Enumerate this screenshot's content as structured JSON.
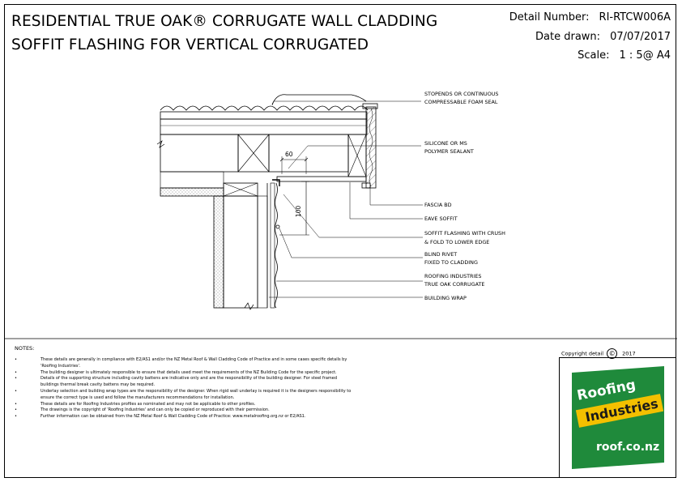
{
  "title": {
    "line1": "RESIDENTIAL TRUE OAK® CORRUGATE WALL CLADDING",
    "line2": "SOFFIT FLASHING FOR VERTICAL CORRUGATED"
  },
  "meta": {
    "detail_number_label": "Detail Number:",
    "detail_number": "RI-RTCW006A",
    "date_label": "Date drawn:",
    "date": "07/07/2017",
    "scale_label": "Scale:",
    "scale": "1 : 5@ A4"
  },
  "dimensions": {
    "d1": "60",
    "d2": "100"
  },
  "labels": {
    "stopends_1": "STOPENDS OR CONTINUOUS",
    "stopends_2": "COMPRESSABLE FOAM SEAL",
    "silicone_1": "SILICONE OR MS",
    "silicone_2": "POLYMER SEALANT",
    "fascia": "FASCIA BD",
    "eave": "EAVE SOFFIT",
    "flashing_1": "SOFFIT FLASHING WITH CRUSH",
    "flashing_2": "& FOLD TO LOWER EDGE",
    "rivet_1": "BLIND RIVET",
    "rivet_2": "FIXED TO CLADDING",
    "ri_1": "ROOFING INDUSTRIES",
    "ri_2": "TRUE OAK CORRUGATE",
    "wrap": "BUILDING WRAP"
  },
  "notes": {
    "heading": "NOTES:",
    "bullet": "•",
    "items": [
      "These details are generally in compliance with E2/AS1 and/or the NZ Metal Roof & Wall Cladding Code of Practice and in some cases specific details by 'Roofing Industries'.",
      "The building designer is ultimately responsible to ensure that details used meet the requirements of the NZ Building Code for the specific project.",
      "Details of the supporting structure including cavity battens are indicative only and are the responsibility of the building designer. For steel framed buildings thermal break cavity battens may be required.",
      "Underlay selection and building wrap types are the responsibility of the designer. When rigid wall underlay is required it is the designers responsibility to ensure the correct type is used and follow the manufacturers recommendations for installation.",
      "These details are for Roofing Industries profiles as nominated and may not be applicable to other profiles.",
      "The drawings is the copyright of 'Roofing Industries' and can only be copied or reproduced with their permission.",
      "Further information can be obtained from the NZ Metal Roof & Wall Cladding Code of Practice: www.metalroofing.org.nz or E2/AS1."
    ]
  },
  "copyright": {
    "label": "Copyright detail",
    "symbol": "©",
    "year": "2017"
  },
  "logo": {
    "word1": "Roofing",
    "word2": "Industries",
    "url": "roof.co.nz",
    "green": "#1f8a3b",
    "yellow": "#f3c000"
  }
}
